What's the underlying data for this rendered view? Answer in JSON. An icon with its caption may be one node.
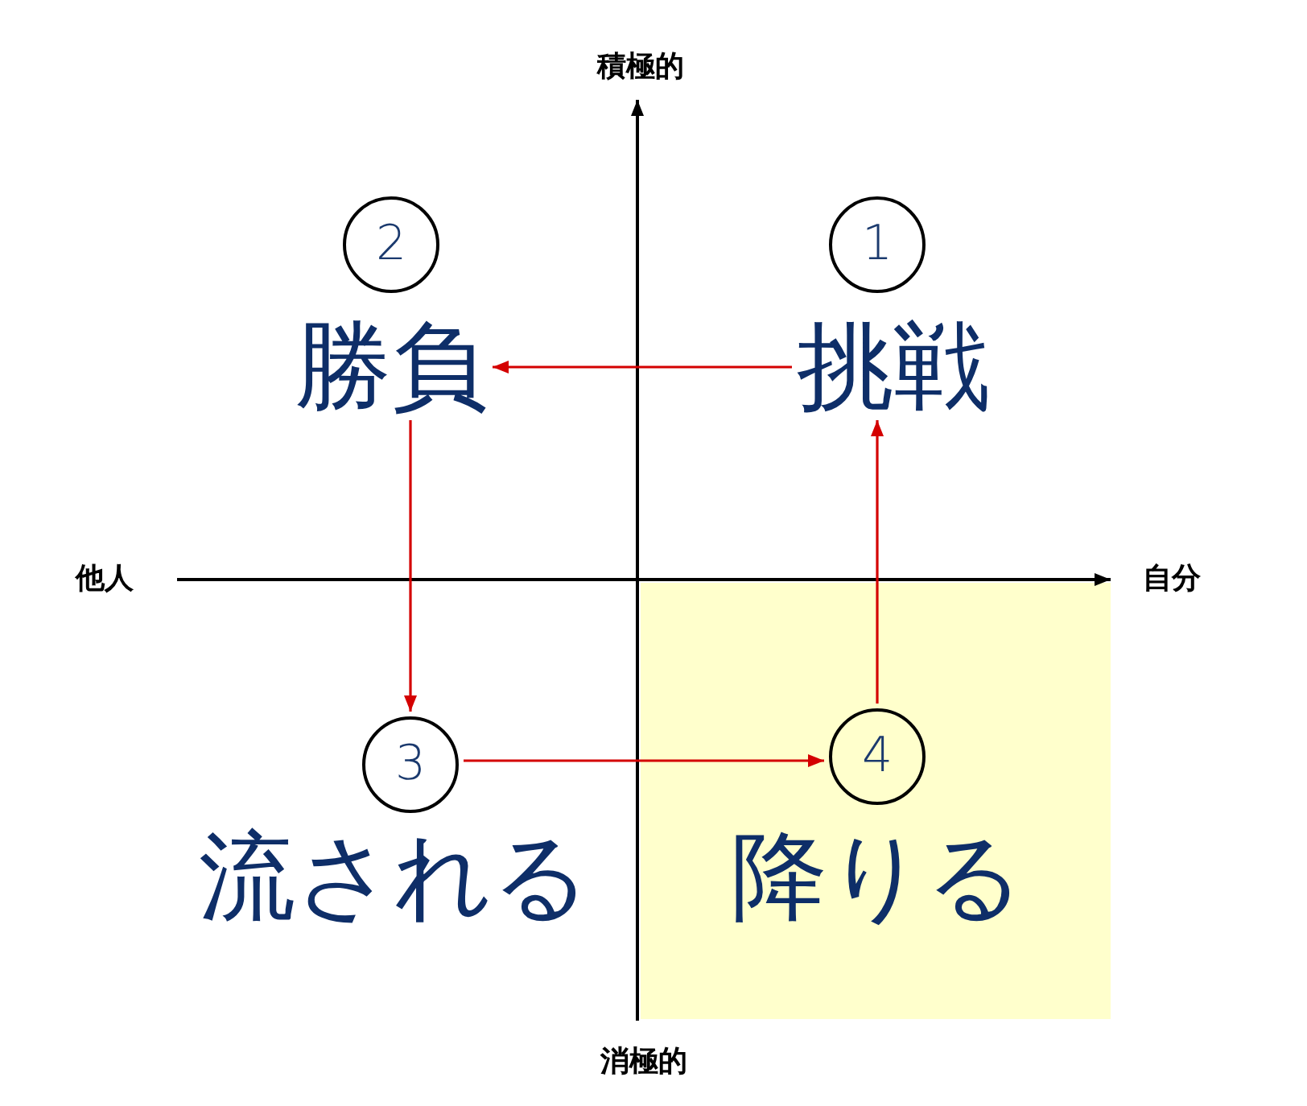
{
  "diagram": {
    "nodes": [
      {
        "text": [
          "2"
        ]
      },
      {
        "text": [
          "1"
        ]
      },
      {
        "text": [
          "勝負"
        ]
      },
      {
        "text": [
          "挑戦"
        ]
      },
      {
        "text": [],
        "shape": "box"
      },
      {
        "text": [
          "3"
        ]
      },
      {
        "text": [
          "4"
        ],
        "in": 4
      },
      {
        "text": [
          "流される"
        ]
      },
      {
        "text": [
          "降りる"
        ],
        "in": 4
      }
    ],
    "edges": [
      {
        "from": 3,
        "to": 2,
        "arrow": "to"
      },
      {
        "from": 2,
        "to": 5,
        "arrow": "to"
      },
      {
        "from": 5,
        "to": 6,
        "arrow": "to"
      },
      {
        "from": 6,
        "to": 3,
        "arrow": "to"
      }
    ],
    "labels": [
      "積極的",
      "他人",
      "自分",
      "消極的"
    ]
  }
}
